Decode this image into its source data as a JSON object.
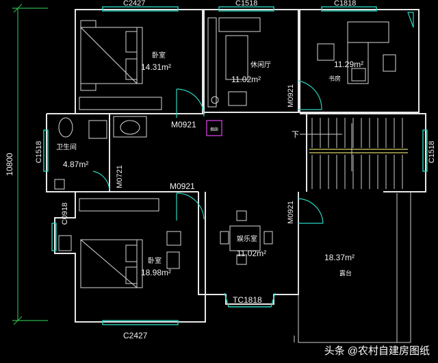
{
  "dimensions": {
    "overall_height": "10800"
  },
  "rooms": {
    "bedroom_top": {
      "name": "卧室",
      "area": "14.31m²"
    },
    "living_room": {
      "name": "休闲厅",
      "area": "11.02m²"
    },
    "study": {
      "name": "书房",
      "area": "11.29m²"
    },
    "bathroom": {
      "name": "卫生间",
      "area": "4.87m²"
    },
    "recreation": {
      "name": "娱乐室",
      "area": "11.02m²"
    },
    "bedroom_bottom": {
      "name": "卧室",
      "area": "18.98m²"
    },
    "terrace": {
      "name": "露台",
      "area": "18.37m²"
    }
  },
  "windows": {
    "top_left": "C2427",
    "top_mid": "C1518",
    "top_right": "C1818",
    "bath_left": "C1518",
    "stair_right": "C1518",
    "bed_bottom_left": "C0918",
    "bottom": "C2427",
    "bay": "TC1818"
  },
  "doors": {
    "bed_top": "M0921",
    "bath": "M0721",
    "bed_bottom": "M0921",
    "study": "M0921",
    "stair": "M0921"
  },
  "marks": {
    "stair_down": "下",
    "shaft": "烟囱"
  },
  "watermark": {
    "source": "头条",
    "author": "@农村自建房图纸"
  }
}
